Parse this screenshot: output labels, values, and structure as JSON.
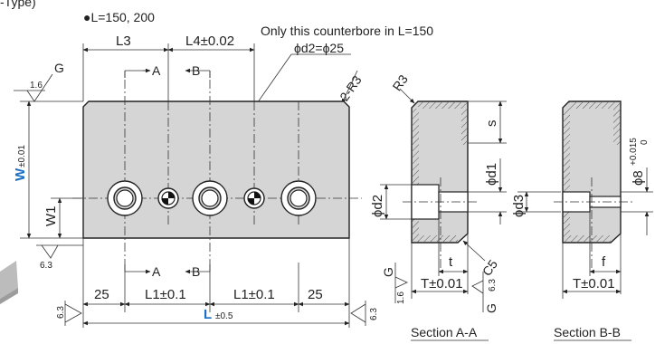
{
  "header": {
    "type_fragment": "-Type)",
    "length_note": "●L=150, 200"
  },
  "front_view": {
    "dim_L3": "L3",
    "dim_L4": "L4±0.02",
    "section_a": "A",
    "section_b": "B",
    "note_counterbore": "Only this counterbore in L=150",
    "note_diameter": "ϕd2=ϕ25",
    "radius_label": "2-R3",
    "surface_G": "G",
    "roughness_1_6": "1.6",
    "roughness_6_3": "6.3",
    "dim_W": "W",
    "dim_W_tol": "±0.01",
    "dim_W1": "W1",
    "dim_25_left": "25",
    "dim_L1_left": "L1±0.1",
    "dim_L1_right": "L1±0.1",
    "dim_25_right": "25",
    "dim_L": "L",
    "dim_L_tol": "±0.5"
  },
  "section_aa": {
    "corner_radius": "R3",
    "dim_s": "s",
    "dim_d1": "ϕd1",
    "dim_d2": "ϕd2",
    "dim_d3": "ϕd3",
    "chamfer": "C5",
    "dim_t": "t",
    "dim_T": "T±0.01",
    "roughness_left": "1.6",
    "roughness_right": "6.3",
    "surface_G_left": "G",
    "surface_G_right": "G",
    "title": "Section A-A"
  },
  "section_bb": {
    "dim_pin": "ϕ8",
    "pin_tol_upper": "+0.015",
    "pin_tol_lower": "0",
    "dim_f": "f",
    "dim_T": "T±0.01",
    "title": "Section B-B"
  },
  "colors": {
    "part_fill": "#d5d5d5",
    "accent_blue": "#1a6fc4"
  }
}
